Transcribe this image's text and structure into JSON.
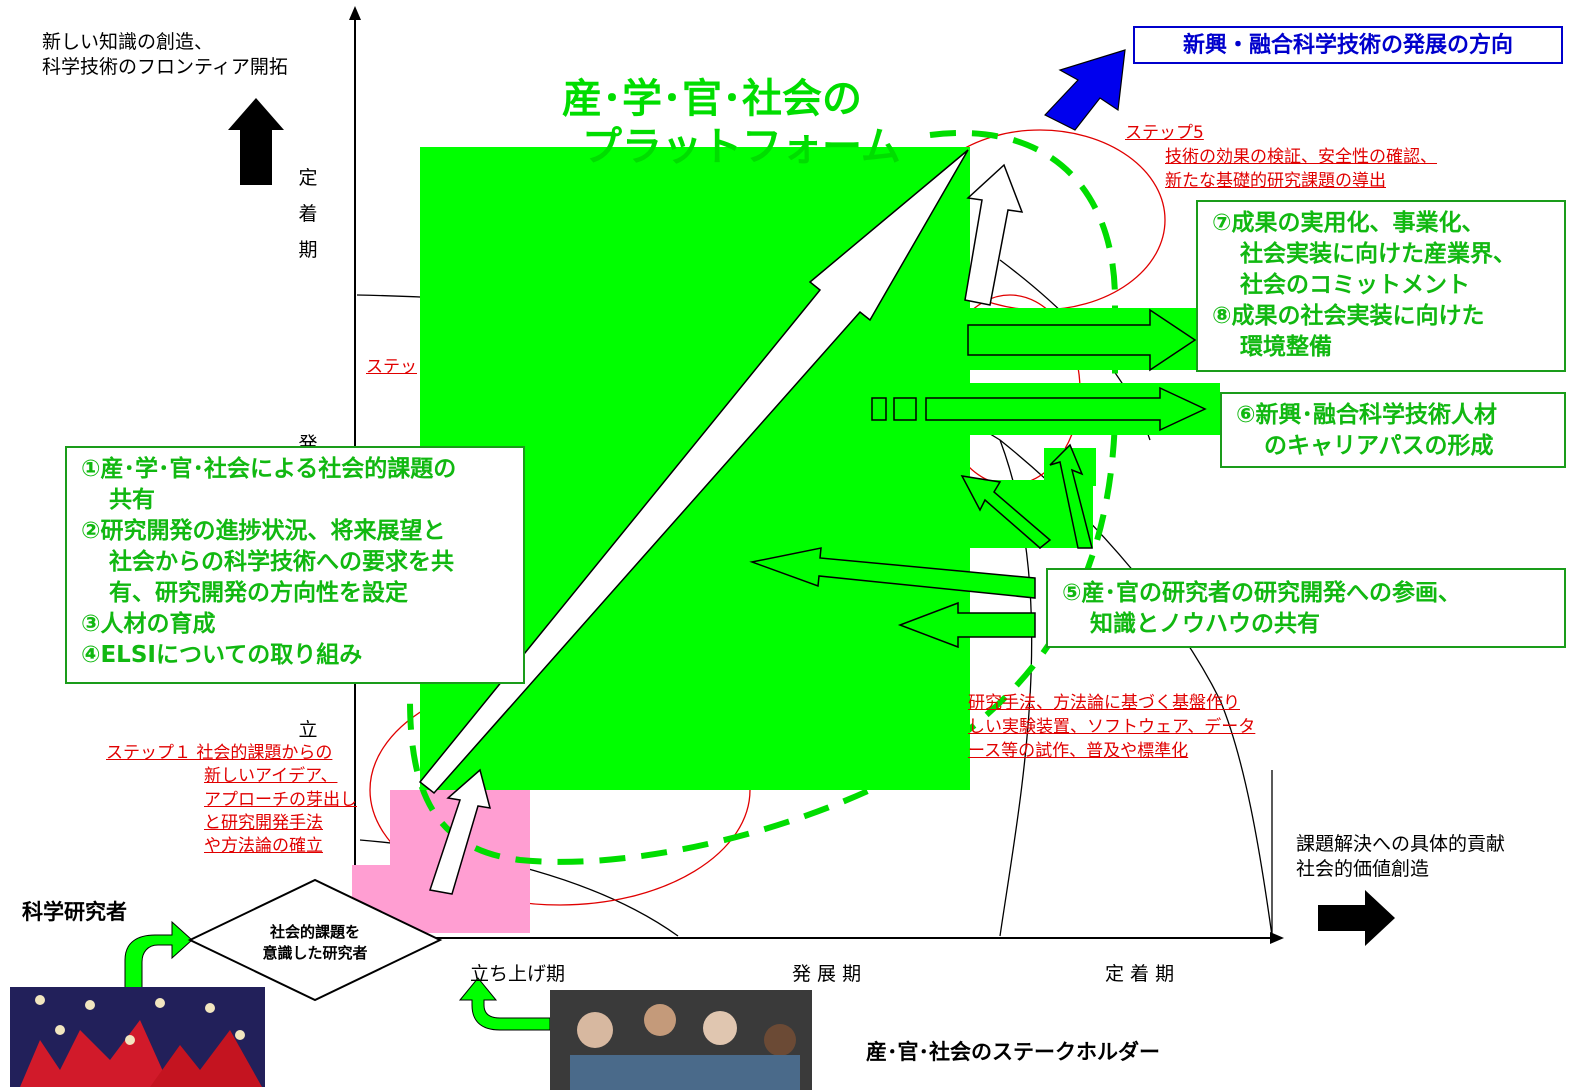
{
  "header": {
    "top_left_line1": "新しい知識の創造、",
    "top_left_line2": "科学技術のフロンティア開拓",
    "banner": "新興・融合科学技術の発展の方向"
  },
  "platform": {
    "title_line1": "産･学･官･社会の",
    "title_line2": "プラットフォーム"
  },
  "vertical_axis": {
    "phase_top": [
      "定",
      "着",
      "期"
    ],
    "phase_mid_char": "発",
    "phase_low_char": "立"
  },
  "steps": {
    "step5_title": "ステップ5",
    "step5_line1": "技術の効果の検証、安全性の確認、",
    "step5_line2": "新たな基礎的研究課題の導出",
    "step_partial": "ステッ",
    "step1_lines": [
      "ステップ１  社会的課題からの",
      "新しいアイデア、",
      "アプローチの芽出し",
      "と研究開発手法",
      "や方法論の確立"
    ],
    "step2_lines": [
      "研究手法、方法論に基づく基盤作り",
      "しい実験装置、ソフトウェア、データ",
      "ース等の試作、普及や標準化"
    ]
  },
  "boxes": {
    "left_box": [
      "①産･学･官･社会による社会的課題の",
      "  共有",
      "②研究開発の進捗状況、将来展望と",
      "  社会からの科学技術への要求を共",
      "  有、研究開発の方向性を設定",
      "③人材の育成",
      "④ELSIについての取り組み"
    ],
    "right_top_box": [
      "⑦成果の実用化、事業化、",
      "  社会実装に向けた産業界、",
      "  社会のコミットメント",
      "⑧成果の社会実装に向けた",
      "  環境整備"
    ],
    "right_mid_box": [
      "⑥新興･融合科学技術人材",
      "  のキャリアパスの形成"
    ],
    "right_low_box": [
      "⑤産･官の研究者の研究開発への参画、",
      "  知識とノウハウの共有"
    ]
  },
  "horizontal_axis": {
    "phase1": "立ち上げ期",
    "phase2": "発 展 期",
    "phase3": "定 着 期",
    "right_line1": "課題解決への具体的貢献",
    "right_line2": "社会的価値創造"
  },
  "actors": {
    "scientists": "科学研究者",
    "diamond_line1": "社会的課題を",
    "diamond_line2": "意識した研究者",
    "stakeholders": "産･官･社会のステークホルダー"
  },
  "colors": {
    "platform_green": "#00ff00",
    "box_text_green": "#11b811",
    "step_red": "#e00000",
    "banner_blue": "#0000cc",
    "pink": "#ff9ed2"
  }
}
